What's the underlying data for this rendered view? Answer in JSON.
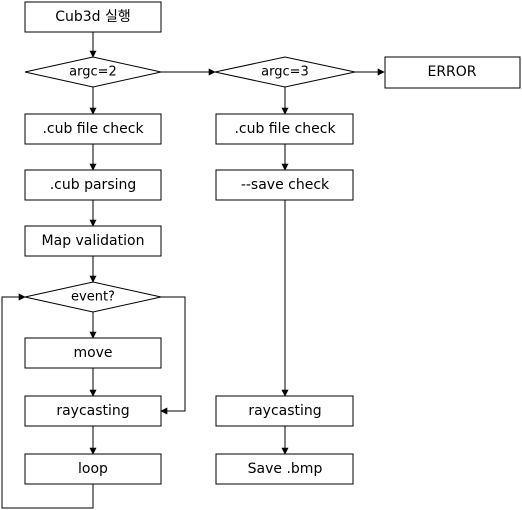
{
  "nodes": {
    "start": "Cub3d 실행",
    "argc2": "argc=2",
    "argc3": "argc=3",
    "error": "ERROR",
    "cub_check_left": ".cub file check",
    "cub_parsing": ".cub parsing",
    "map_validation": "Map validation",
    "event": "event?",
    "move": "move",
    "raycasting_left": "raycasting",
    "loop": "loop",
    "cub_check_right": ".cub file check",
    "save_check": "--save check",
    "raycasting_right": "raycasting",
    "save_bmp": "Save .bmp"
  }
}
